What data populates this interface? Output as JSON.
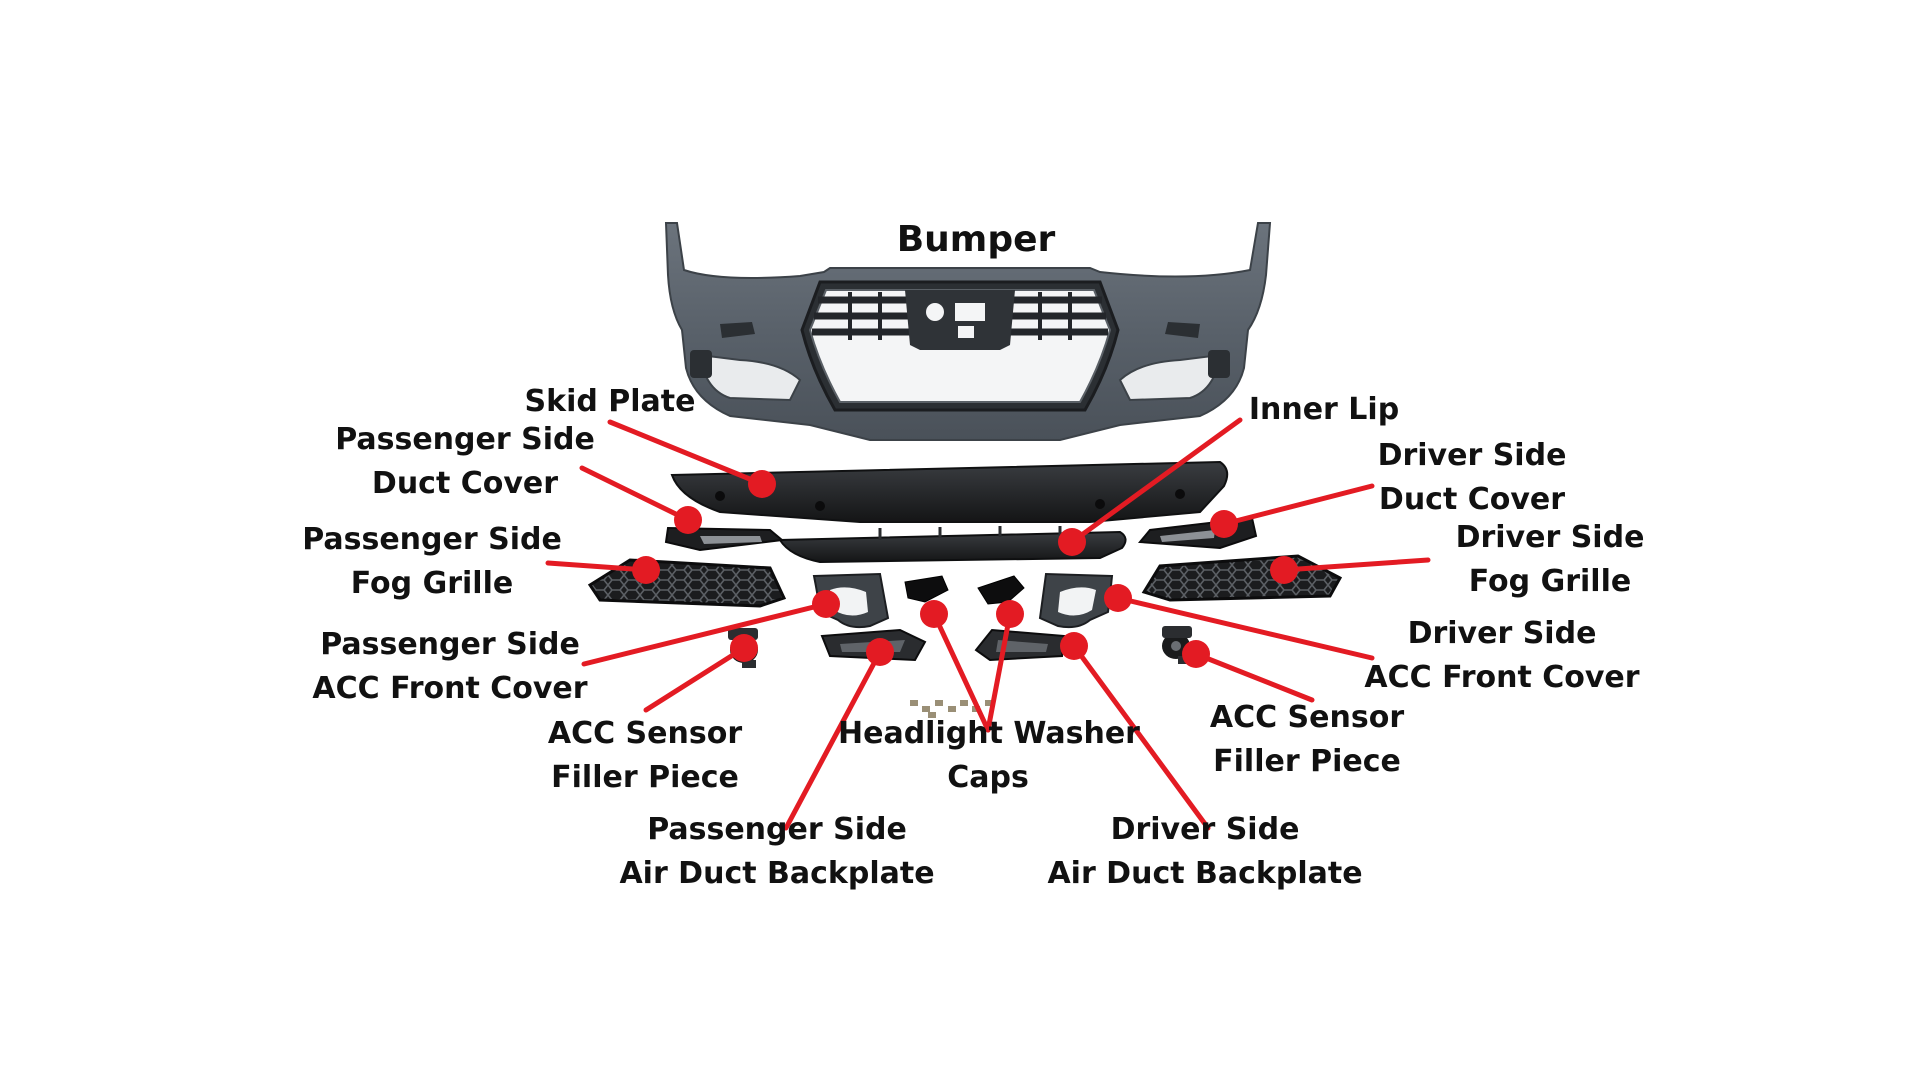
{
  "diagram": {
    "title": "Bumper",
    "accent_color": "#e31b23",
    "parts": [
      {
        "id": "skid-plate",
        "lines": [
          "Skid Plate"
        ]
      },
      {
        "id": "inner-lip",
        "lines": [
          "Inner Lip"
        ]
      },
      {
        "id": "passenger-duct-cover",
        "lines": [
          "Passenger Side",
          "Duct Cover"
        ]
      },
      {
        "id": "driver-duct-cover",
        "lines": [
          "Driver Side",
          "Duct Cover"
        ]
      },
      {
        "id": "passenger-fog-grille",
        "lines": [
          "Passenger Side",
          "Fog Grille"
        ]
      },
      {
        "id": "driver-fog-grille",
        "lines": [
          "Driver Side",
          "Fog Grille"
        ]
      },
      {
        "id": "passenger-acc-front-cover",
        "lines": [
          "Passenger Side",
          "ACC Front Cover"
        ]
      },
      {
        "id": "driver-acc-front-cover",
        "lines": [
          "Driver Side",
          "ACC Front Cover"
        ]
      },
      {
        "id": "passenger-acc-filler",
        "lines": [
          "ACC Sensor",
          "Filler Piece"
        ]
      },
      {
        "id": "driver-acc-filler",
        "lines": [
          "ACC Sensor",
          "Filler Piece"
        ]
      },
      {
        "id": "headlight-washer-caps",
        "lines": [
          "Headlight Washer",
          "Caps"
        ]
      },
      {
        "id": "passenger-air-duct-backplate",
        "lines": [
          "Passenger Side",
          "Air Duct Backplate"
        ]
      },
      {
        "id": "driver-air-duct-backplate",
        "lines": [
          "Driver Side",
          "Air Duct Backplate"
        ]
      }
    ]
  }
}
